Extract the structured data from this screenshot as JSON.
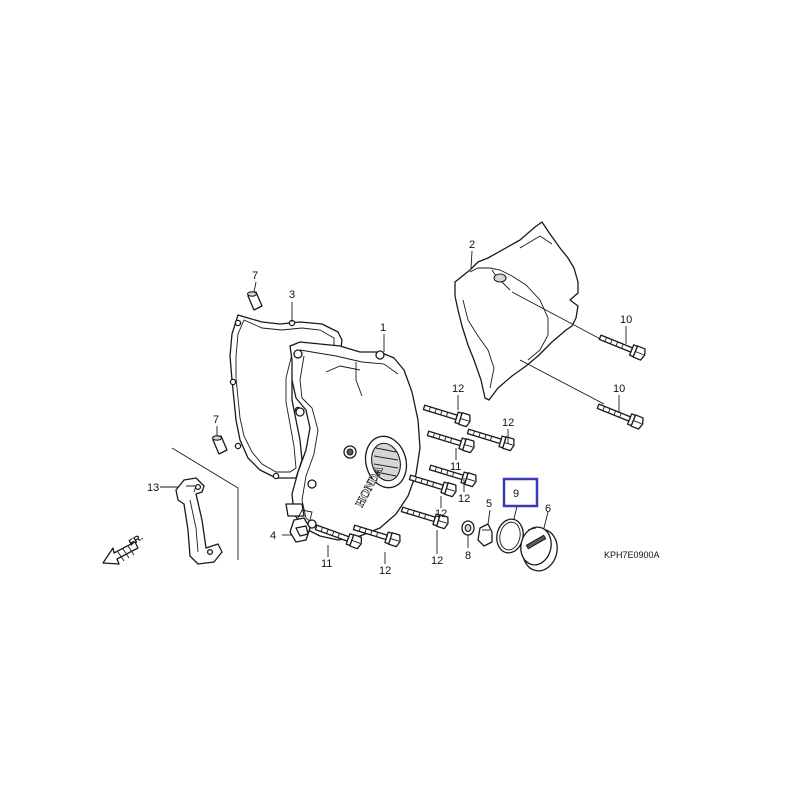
{
  "diagram": {
    "code": "KPH7E0900A",
    "direction_label": "FR.",
    "brand_text": "HONDA",
    "highlighted_part": "9",
    "callouts": {
      "c1": "1",
      "c2": "2",
      "c3": "3",
      "c4": "4",
      "c5": "5",
      "c6": "6",
      "c7a": "7",
      "c7b": "7",
      "c8": "8",
      "c9": "9",
      "c10a": "10",
      "c10b": "10",
      "c11a": "11",
      "c11b": "11",
      "c12a": "12",
      "c12b": "12",
      "c12c": "12",
      "c12d": "12",
      "c12e": "12",
      "c12f": "12",
      "c13": "13"
    },
    "colors": {
      "line": "#1a1a1a",
      "highlight": "#3a3ab4",
      "background": "#ffffff"
    }
  }
}
